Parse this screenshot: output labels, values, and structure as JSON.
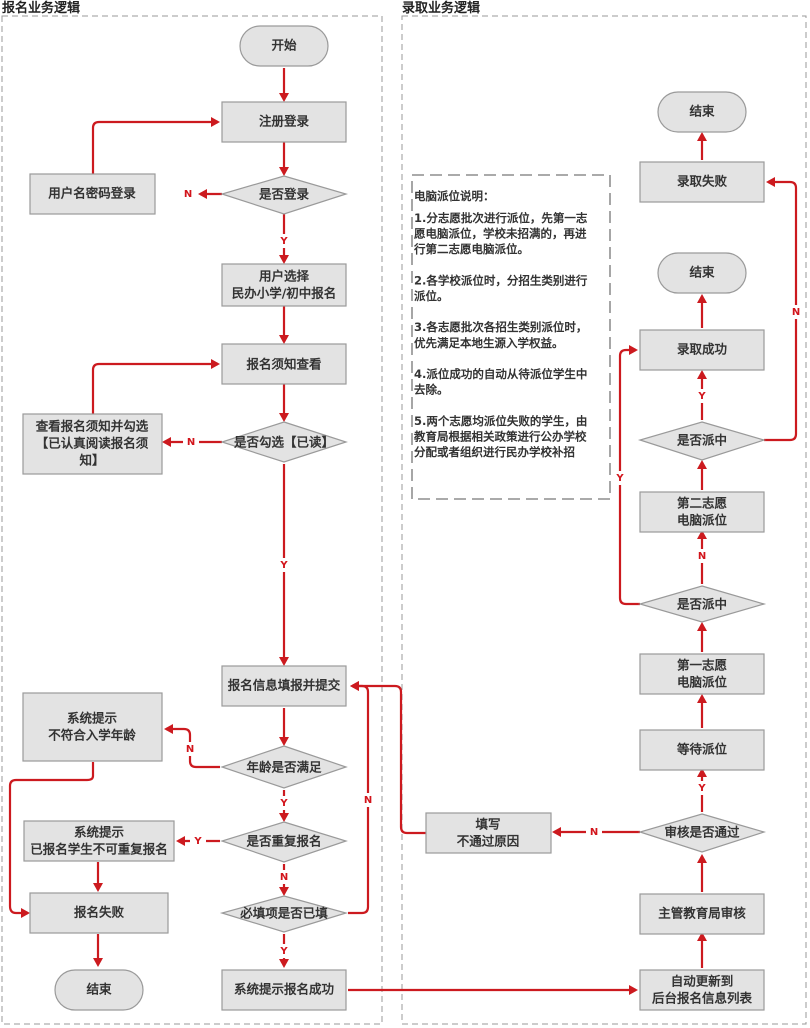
{
  "sections": {
    "left_title": "报名业务逻辑",
    "right_title": "录取业务逻辑"
  },
  "left": {
    "start": "开始",
    "register_login": "注册登录",
    "is_logged_in": "是否登录",
    "username_login": "用户名密码登录",
    "choose_school": [
      "用户选择",
      "民办小学/初中报名"
    ],
    "view_notice": "报名须知查看",
    "is_checked_read": "是否勾选【已读】",
    "check_notice": [
      "查看报名须知并勾选",
      "【已认真阅读报名须",
      "知】"
    ],
    "fill_submit": "报名信息填报并提交",
    "age_ok": "年龄是否满足",
    "age_prompt": [
      "系统提示",
      "不符合入学年龄"
    ],
    "duplicate": "是否重复报名",
    "dup_prompt": [
      "系统提示",
      "已报名学生不可重复报名"
    ],
    "required_filled": "必填项是否已填",
    "reg_failed": "报名失败",
    "end": "结束",
    "reg_success": "系统提示报名成功"
  },
  "right": {
    "auto_update": [
      "自动更新到",
      "后台报名信息列表"
    ],
    "bureau_review": "主管教育局审核",
    "review_passed": "审核是否通过",
    "fill_reason": [
      "填写",
      "不通过原因"
    ],
    "wait_assign": "等待派位",
    "first_choice": [
      "第一志愿",
      "电脑派位"
    ],
    "assigned_1": "是否派中",
    "second_choice": [
      "第二志愿",
      "电脑派位"
    ],
    "assigned_2": "是否派中",
    "admit_success": "录取成功",
    "end_success": "结束",
    "admit_failed": "录取失败",
    "end_failed": "结束"
  },
  "note": {
    "title": "电脑派位说明：",
    "lines": [
      "1.分志愿批次进行派位，先第一志",
      "愿电脑派位，学校未招满的，再进",
      "行第二志愿电脑派位。",
      "",
      "2.各学校派位时，分招生类别进行",
      "派位。",
      "",
      "3.各志愿批次各招生类别派位时，",
      "优先满足本地生源入学权益。",
      "",
      "4.派位成功的自动从待派位学生中",
      "去除。",
      "",
      "5.两个志愿均派位失败的学生，由",
      "教育局根据相关政策进行公办学校",
      "分配或者组织进行民办学校补招"
    ]
  },
  "edge_labels": {
    "yes": "Y",
    "no": "N"
  },
  "colors": {
    "edge": "#cc1a1f",
    "node_fill": "#e3e3e3",
    "node_stroke": "#9a9a9a"
  }
}
